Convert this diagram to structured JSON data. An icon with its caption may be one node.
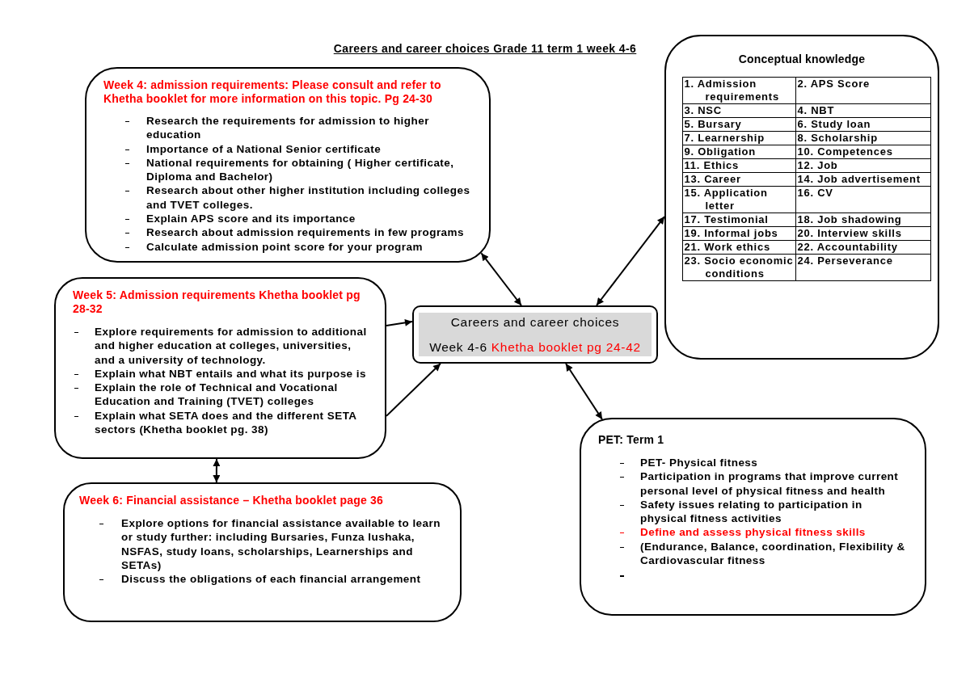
{
  "diagram": {
    "title": "Careers and career choices Grade 11 term 1 week 4-6",
    "nodes": [
      {
        "text": [
          "Week 4: admission requirements: Please consult and refer to Khetha booklet for more information on this topic. Pg 24-30",
          "Research the requirements for admission to higher education",
          "Importance of a National Senior certificate",
          "National requirements for obtaining ( Higher certificate, Diploma and Bachelor)",
          "Research about other higher institution including colleges and TVET colleges.",
          "Explain APS score and its importance",
          "Research about admission requirements in few programs",
          "Calculate admission point score for your program"
        ]
      },
      {
        "text": [
          "Conceptual knowledge"
        ]
      },
      {
        "text": [
          "Week 5: Admission requirements Khetha booklet pg 28-32",
          "Explore requirements for admission to additional and higher education at colleges, universities, and a university of technology.",
          "Explain what NBT entails and what its purpose is",
          "Explain the role of Technical and Vocational Education and Training (TVET) colleges",
          "Explain what SETA does and the different SETA sectors (Khetha booklet pg. 38)"
        ]
      },
      {
        "text": [
          "Careers and career choices",
          "Week 4-6",
          "Khetha booklet pg 24-42"
        ]
      },
      {
        "text": [
          "PET: Term 1",
          "PET- Physical fitness",
          "Participation in programs that improve current personal level of physical fitness and health",
          "Safety issues relating to participation in physical fitness activities",
          "Define and assess physical fitness skills",
          "(Endurance, Balance, coordination, Flexibility & Cardiovascular fitness"
        ]
      },
      {
        "text": [
          "Week 6: Financial assistance – Khetha booklet page 36",
          "Explore options for financial assistance available to learn or study further: including Bursaries, Funza lushaka, NSFAS, study loans, scholarships, Learnerships and SETAs)",
          "Discuss the obligations of each financial arrangement"
        ]
      }
    ],
    "edges": [
      {
        "from": 0,
        "to": 3,
        "arrow": "both"
      },
      {
        "from": 1,
        "to": 3,
        "arrow": "both"
      },
      {
        "from": 2,
        "to": 3,
        "arrow": "to"
      },
      {
        "from": 2,
        "to": 3,
        "arrow": "to"
      },
      {
        "from": 3,
        "to": 4,
        "arrow": "both"
      },
      {
        "from": 2,
        "to": 5,
        "arrow": "both"
      }
    ],
    "labels": [
      "1. Admission requirements",
      "2. APS Score",
      "3. NSC",
      "4. NBT",
      "5. Bursary",
      "6. Study loan",
      "7. Learnership",
      "8. Scholarship",
      "9. Obligation",
      "10. Competences",
      "11. Ethics",
      "12. Job",
      "13. Career",
      "14. Job advertisement",
      "15. Application letter",
      "16. CV",
      "17. Testimonial",
      "18. Job shadowing",
      "19. Informal jobs",
      "20. Interview skills",
      "21. Work ethics",
      "22. Accountability",
      "23. Socio economic conditions",
      "24. Perseverance"
    ]
  }
}
